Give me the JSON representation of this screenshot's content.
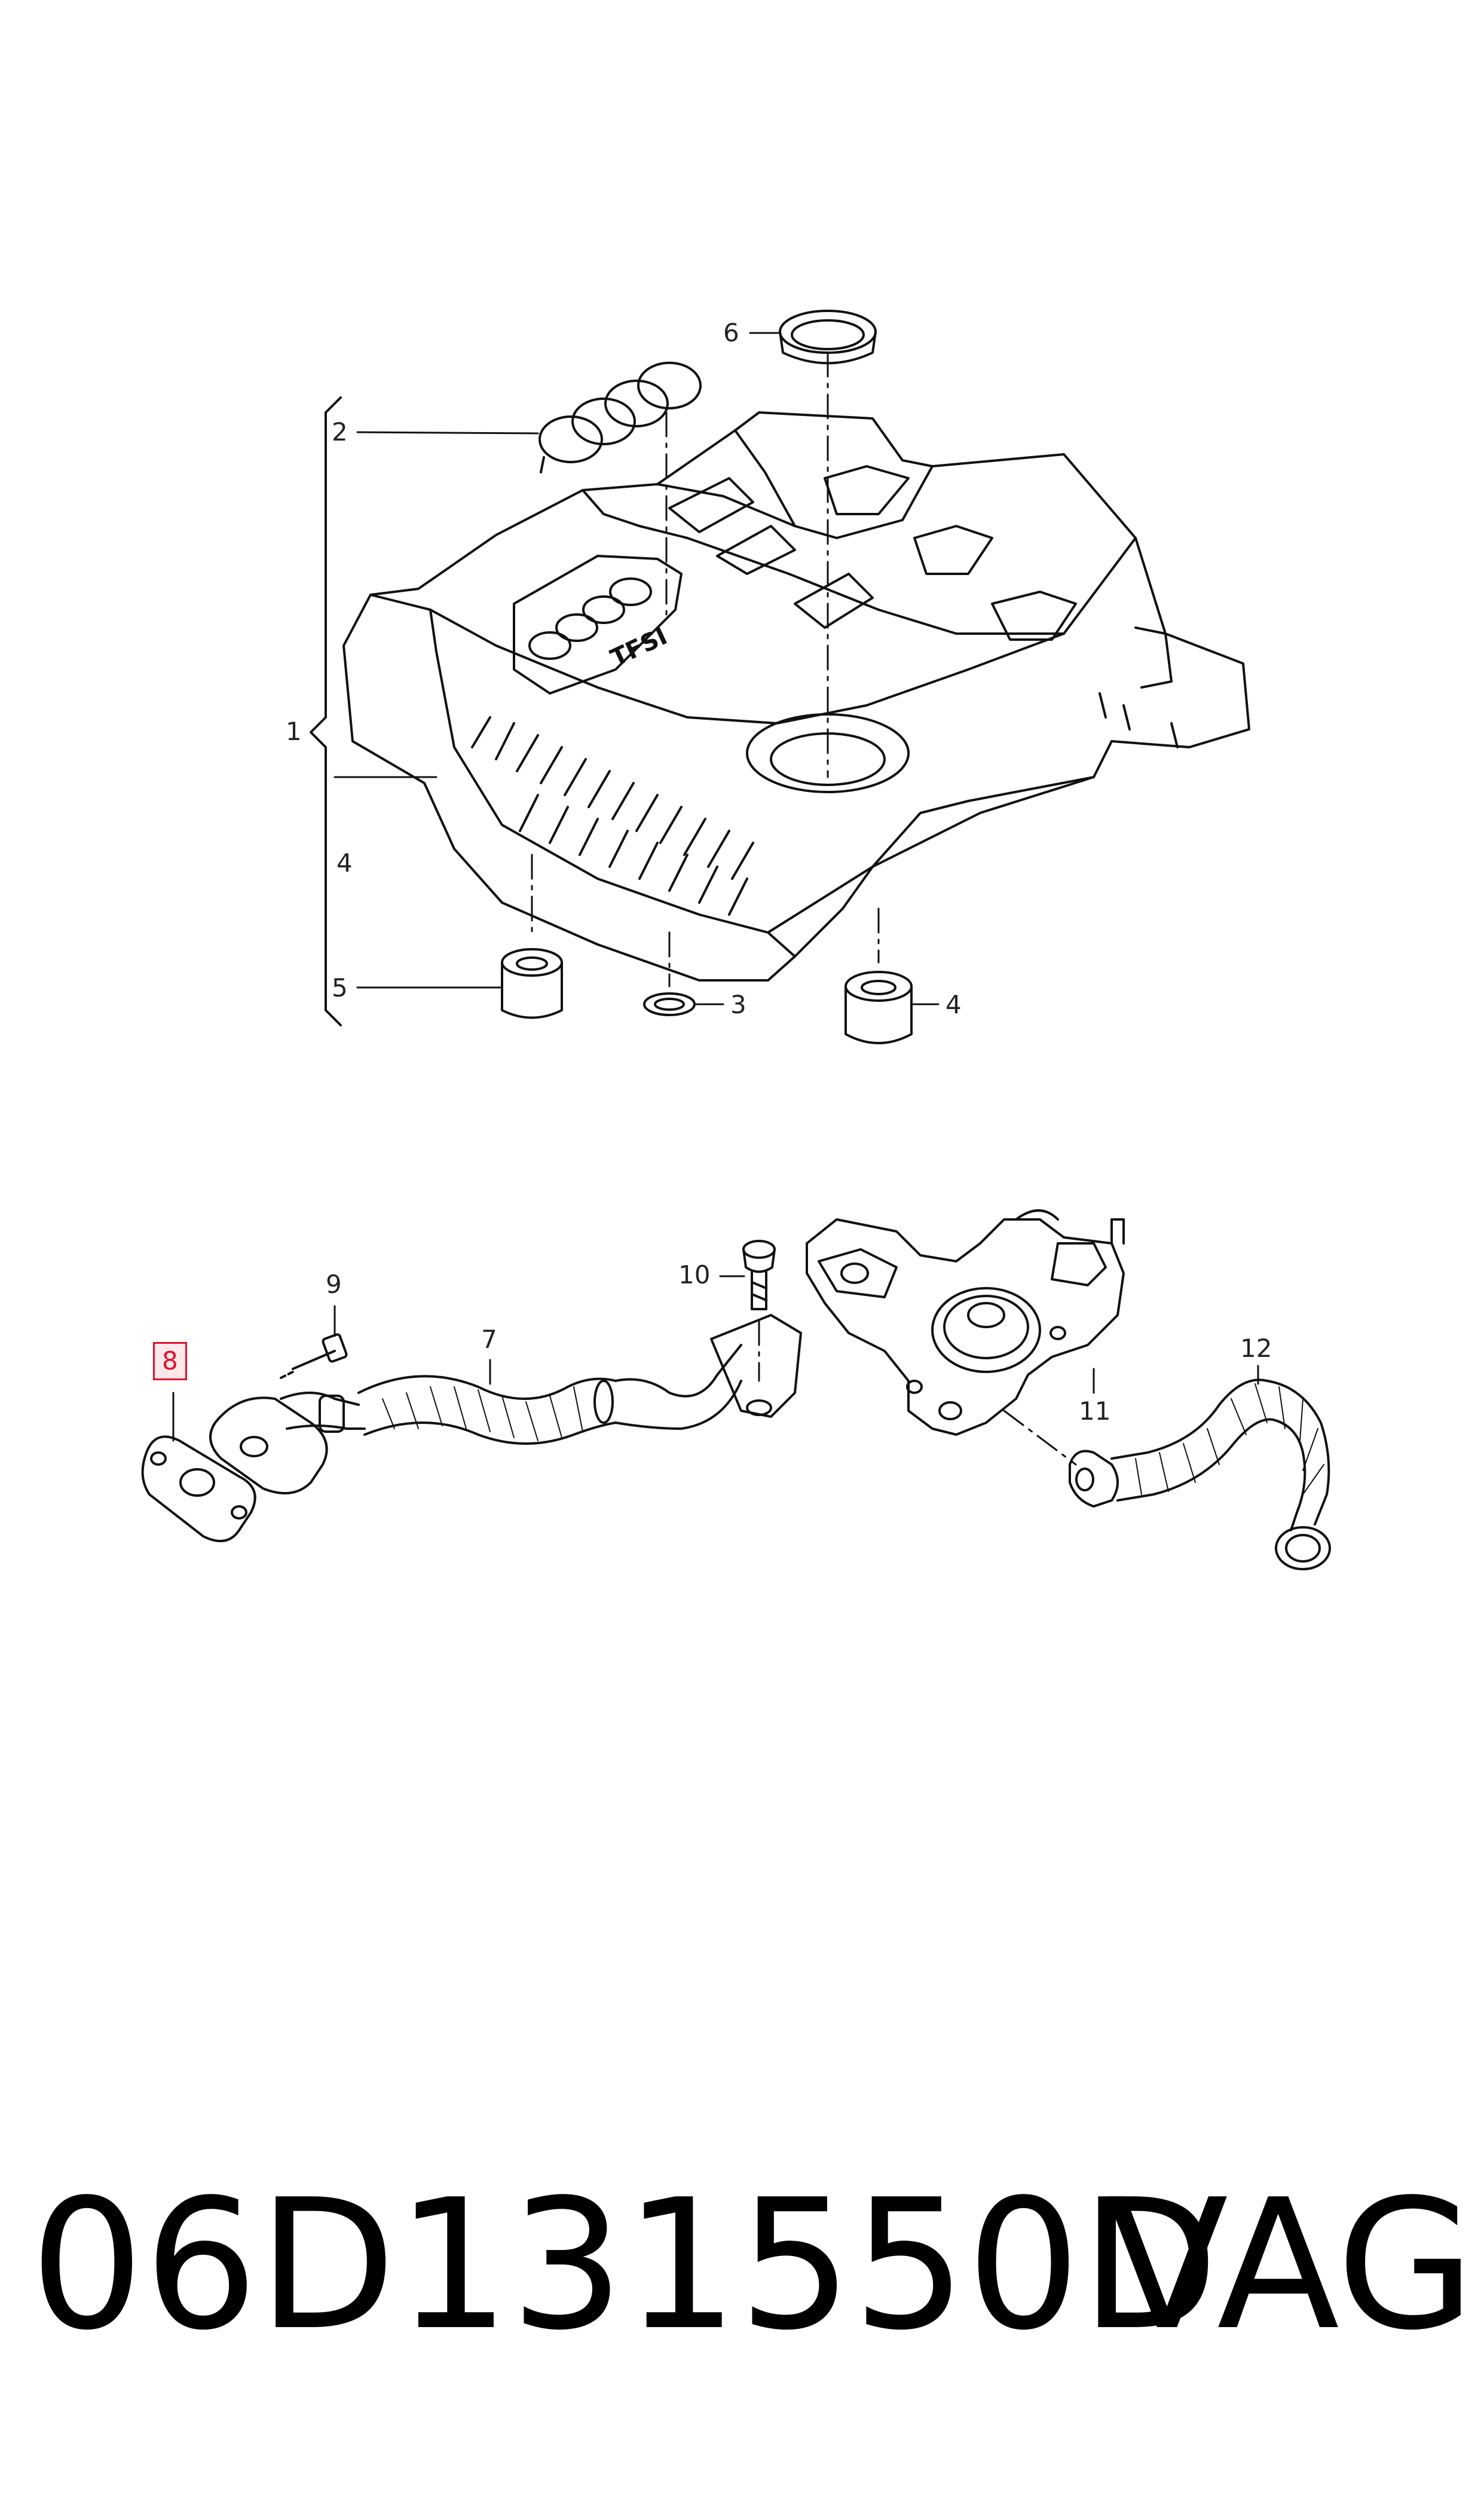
{
  "callouts": {
    "c1": "1",
    "c2": "2",
    "c3": "3",
    "c4a": "4",
    "c4b": "4",
    "c5": "5",
    "c6": "6",
    "c7": "7",
    "c8": "8",
    "c9": "9",
    "c10": "10",
    "c11": "11",
    "c12": "12"
  },
  "cover_lettering": "TFSI",
  "highlight_color": "#e0112b",
  "part_number": "06D131550D",
  "brand": "VAG"
}
